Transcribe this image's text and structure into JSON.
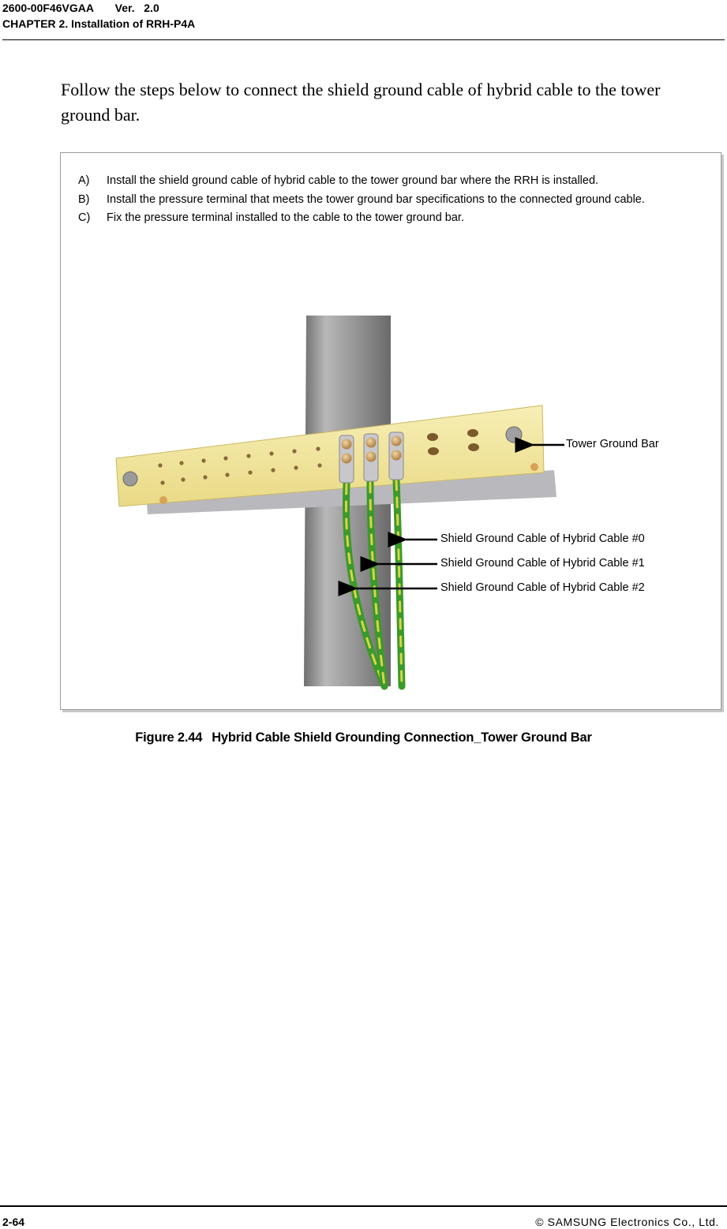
{
  "header": {
    "doc_id": "2600-00F46VGAA",
    "version_label": "Ver.",
    "version": "2.0",
    "chapter": "CHAPTER 2. Installation of RRH-P4A"
  },
  "intro_text": "Follow the steps below to connect the shield ground cable of hybrid cable to the tower ground bar.",
  "steps": [
    {
      "letter": "A)",
      "text": "Install the shield ground cable of hybrid cable to the tower ground bar where the RRH is installed."
    },
    {
      "letter": "B)",
      "text": "Install the pressure terminal that meets the tower ground bar specifications to the connected ground cable."
    },
    {
      "letter": "C)",
      "text": "Fix the pressure terminal installed to the cable to the tower ground bar."
    }
  ],
  "callouts": {
    "tower_ground_bar": "Tower Ground Bar",
    "cable_0": "Shield Ground Cable of Hybrid Cable #0",
    "cable_1": "Shield Ground Cable of Hybrid Cable #1",
    "cable_2": "Shield Ground Cable of Hybrid Cable #2"
  },
  "caption": {
    "number": "Figure 2.44",
    "title": "Hybrid Cable Shield Grounding Connection_Tower Ground Bar"
  },
  "footer": {
    "page": "2-64",
    "copyright": "© SAMSUNG Electronics Co., Ltd."
  },
  "colors": {
    "ground_bar": "#f2e6a0",
    "pole": "#9c9c9c",
    "cable_green": "#3b9a2a",
    "cable_yellow": "#d8d44a"
  }
}
